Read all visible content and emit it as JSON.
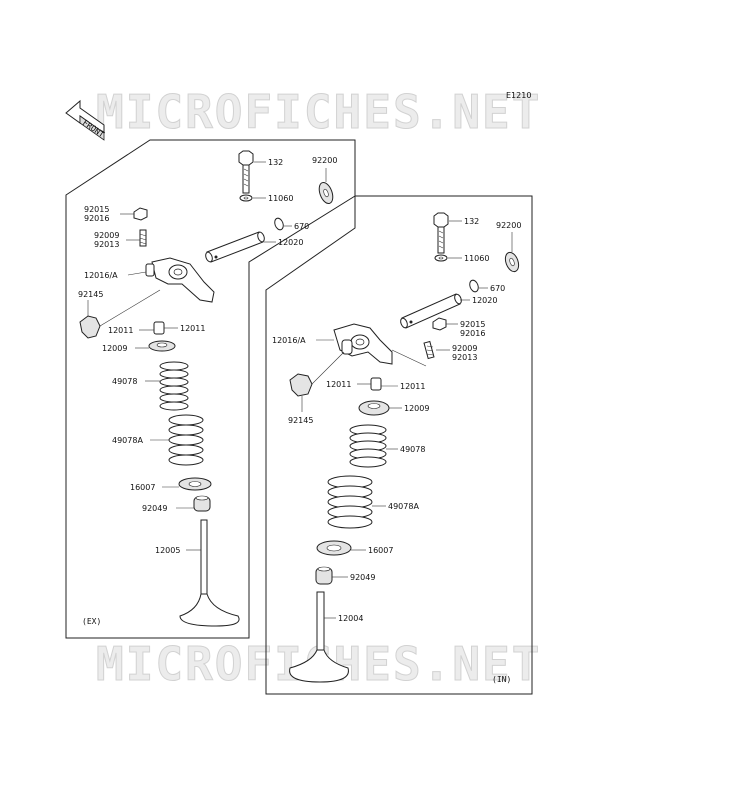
{
  "diagram_code": "E1210",
  "front_label": "FRONT",
  "watermark": "MICROFICHES.NET",
  "panels": {
    "exhaust": {
      "caption": "(EX)"
    },
    "intake": {
      "caption": "(IN)"
    }
  },
  "callouts_ex": {
    "bolt": "132",
    "washer_plate": "92200",
    "washer": "11060",
    "o_ring": "670",
    "shaft": "12020",
    "nut_a": "92015",
    "nut_b": "92016",
    "screw_a": "92009",
    "screw_b": "92013",
    "rocker_arm": "12016/A",
    "washer_thin": "92145",
    "collet_left": "12011",
    "collet_right": "12011",
    "retainer": "12009",
    "spring_outer": "49078",
    "spring_inner": "49078A",
    "spring_seat": "16007",
    "seal": "92049",
    "valve": "12005"
  },
  "callouts_in": {
    "bolt": "132",
    "washer_plate": "92200",
    "washer": "11060",
    "o_ring": "670",
    "shaft": "12020",
    "nut_a": "92015",
    "nut_b": "92016",
    "screw_a": "92009",
    "screw_b": "92013",
    "rocker_arm": "12016/A",
    "collet_left": "12011",
    "collet_right": "12011",
    "washer_thin": "92145",
    "retainer": "12009",
    "spring_outer": "49078",
    "spring_inner": "49078A",
    "spring_seat": "16007",
    "seal": "92049",
    "valve": "12004"
  }
}
